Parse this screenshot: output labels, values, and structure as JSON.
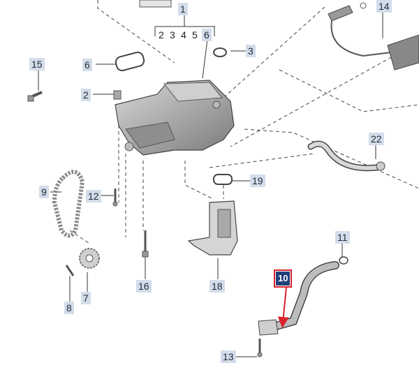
{
  "diagram": {
    "callouts": [
      {
        "id": "1",
        "label": "1"
      },
      {
        "id": "2",
        "label": "2"
      },
      {
        "id": "3",
        "label": "3"
      },
      {
        "id": "6",
        "label": "6"
      },
      {
        "id": "7",
        "label": "7"
      },
      {
        "id": "8",
        "label": "8"
      },
      {
        "id": "9",
        "label": "9"
      },
      {
        "id": "10",
        "label": "10"
      },
      {
        "id": "11",
        "label": "11"
      },
      {
        "id": "12",
        "label": "12"
      },
      {
        "id": "13",
        "label": "13"
      },
      {
        "id": "14",
        "label": "14"
      },
      {
        "id": "15",
        "label": "15"
      },
      {
        "id": "16",
        "label": "16"
      },
      {
        "id": "18",
        "label": "18"
      },
      {
        "id": "19",
        "label": "19"
      },
      {
        "id": "22",
        "label": "22"
      }
    ],
    "group_1_items": [
      "2",
      "3",
      "4",
      "5",
      "6"
    ],
    "selected_callout": "10",
    "colors": {
      "callout_bg": "#d3dde9",
      "selected_bg": "#1f3f7a",
      "highlight": "#d9232b",
      "part_stroke": "#555555"
    }
  }
}
